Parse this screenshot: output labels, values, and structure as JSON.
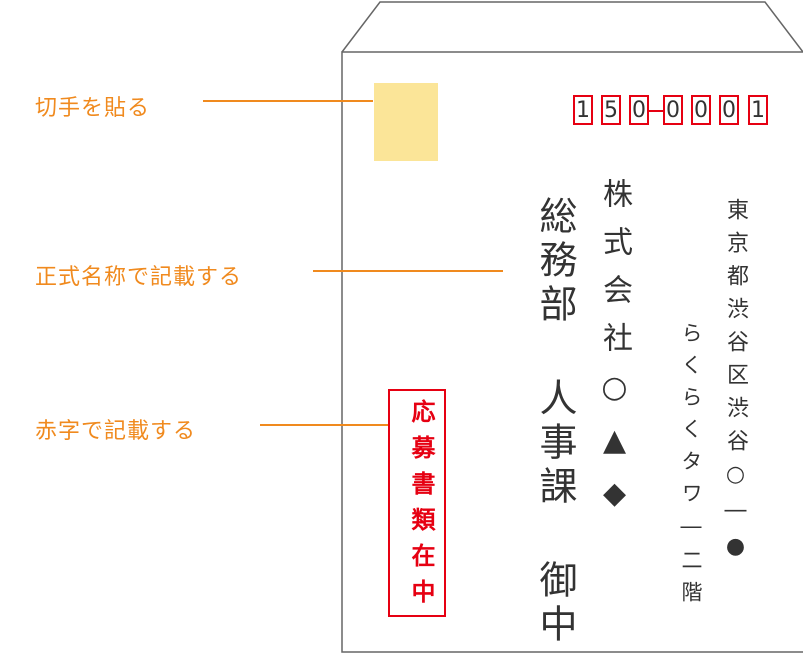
{
  "annotations": {
    "stamp": "切手を貼る",
    "official_name": "正式名称で記載する",
    "red_text": "赤字で記載する"
  },
  "postal_code": {
    "digits": [
      "1",
      "5",
      "0",
      "0",
      "0",
      "0",
      "1"
    ]
  },
  "recipient": {
    "department": "総務部 人事課 御中",
    "company": "株式会社○▲◆"
  },
  "address": {
    "line1": "東京都渋谷区渋谷○―●",
    "line2": "らくらくタワ―二階"
  },
  "application_mark": "応募書類在中",
  "colors": {
    "accent": "#f08a1e",
    "red": "#e60012",
    "stamp": "#fbe598"
  }
}
